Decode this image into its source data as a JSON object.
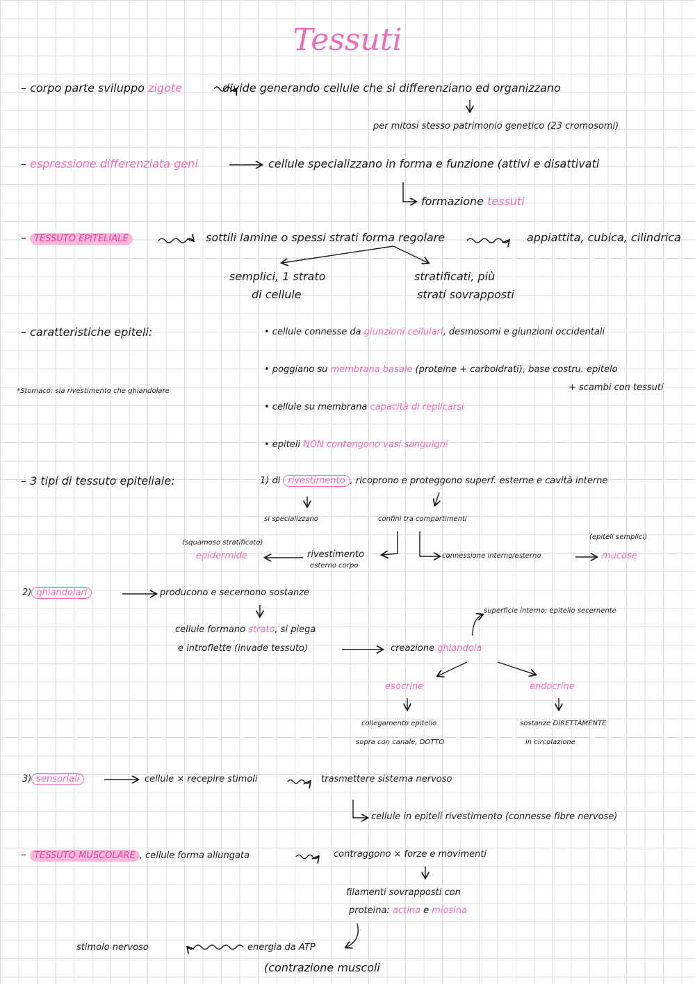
{
  "title": "Tessuti",
  "l1": {
    "a": "– corpo parte sviluppo",
    "b": "zigote",
    "c": "divide generando cellule che si differenziano ed organizzano"
  },
  "l2": "per mitosi stesso patrimonio genetico (23 cromosomi)",
  "l3": {
    "a": "–",
    "b": "espressione differenziata geni",
    "c": "cellule specializzano in forma e funzione (attivi e disattivati"
  },
  "l4": {
    "a": "formazione",
    "b": "tessuti"
  },
  "l5": {
    "a": "–",
    "b": "TESSUTO EPITELIALE",
    "c": "sottili lamine o spessi strati forma regolare",
    "d": "appiattita, cubica, cilindrica"
  },
  "l6": {
    "a1": "semplici, 1 strato",
    "a2": "di cellule",
    "b1": "stratificati, più",
    "b2": "strati sovrapposti"
  },
  "l7": {
    "a": "– caratteristiche epiteli:"
  },
  "b1": {
    "a": "• cellule connesse da",
    "b": "giunzioni cellulari",
    "c": ", desmosomi e giunzioni occidentali"
  },
  "b2": {
    "a": "• poggiano su",
    "b": "membrana basale",
    "c": "(proteine + carboidrati), base costru. epitelo",
    "d": "+ scambi con tessuti"
  },
  "note": "*Stomaco: sia rivestimento che ghiandolare",
  "b3": {
    "a": "• cellule su membrana",
    "b": "capacità di replicarsi"
  },
  "b4": {
    "a": "• epiteli",
    "b": "NON contengono vasi sanguigni"
  },
  "t1": {
    "a": "– 3 tipi di tessuto epiteliale:",
    "b": "1) di",
    "c": "rivestimento",
    "d": ", ricoprono e proteggono superf. esterne e cavità interne"
  },
  "t1b": {
    "a": "si specializzano",
    "b": "confini tra compartimenti"
  },
  "t1c": {
    "a": "(squamoso stratificato)",
    "b": "epidermide",
    "c": "rivestimento",
    "d": "esterno corpo",
    "e": "connessione interno/esterno",
    "f": "(epiteli semplici)",
    "g": "mucose"
  },
  "t2": {
    "a": "2)",
    "b": "ghiandolari",
    "c": "producono e secernono sostanze"
  },
  "t2b": {
    "a": "superficie interno: epitelio secernente",
    "b": "cellule formano",
    "c": "strato",
    "d": ", si piega",
    "e": "e introflette (invade tessuto)",
    "f": "creazione",
    "g": "ghiandola"
  },
  "t2c": {
    "a": "esocrine",
    "b": "endocrine",
    "c1": "collegamento epitelio",
    "c2": "sopra con canale, DOTTO",
    "d1": "sostanze DIRETTAMENTE",
    "d2": "in circolazione"
  },
  "t3": {
    "a": "3)",
    "b": "sensoriali",
    "c": "cellule × recepire stimoli",
    "d": "trasmettere sistema nervoso",
    "e": "cellule in epiteli rivestimento (connesse fibre nervose)"
  },
  "m": {
    "a": "–",
    "b": "TESSUTO MUSCOLARE",
    "c": ", cellule forma allungata",
    "d": "contraggono × forze e movimenti",
    "e1": "filamenti sovrapposti con",
    "e2": "proteina:",
    "e3": "actina",
    "e4": "e",
    "e5": "miosina",
    "f": "stimolo nervoso",
    "g": "energia da ATP",
    "h": "(contrazione muscoli"
  }
}
